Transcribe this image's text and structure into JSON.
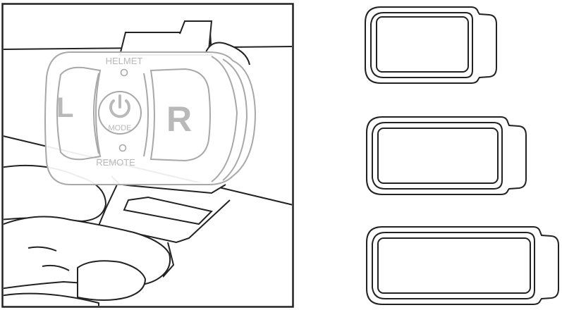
{
  "remote": {
    "helmet_label": "HELMET",
    "remote_label": "REMOTE",
    "mode_label": "MODE",
    "left_button_label": "L",
    "right_button_label": "R",
    "power_icon": "power-icon"
  },
  "mounts": [
    {
      "name": "mount-shape-small"
    },
    {
      "name": "mount-shape-medium"
    },
    {
      "name": "mount-shape-large"
    }
  ],
  "colors": {
    "line": "#222222",
    "ghost_line": "#a8a8a8",
    "ghost_text": "#b9b9b9"
  }
}
